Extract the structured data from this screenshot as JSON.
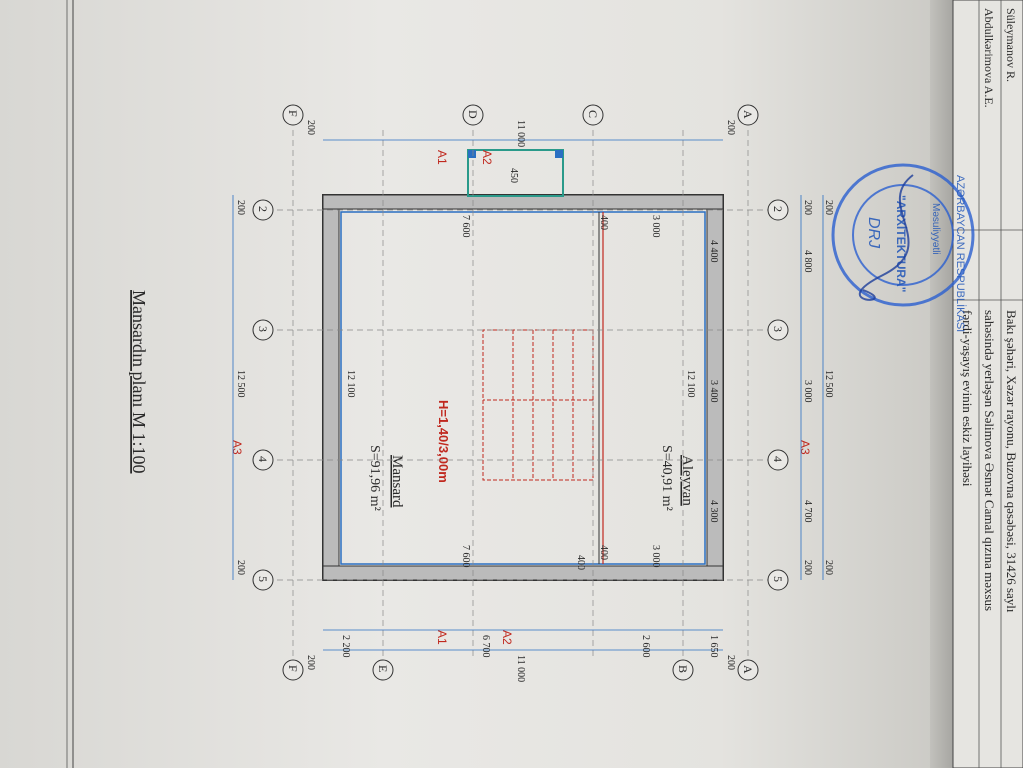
{
  "title_block": {
    "name_1": "Süleymanov R.",
    "name_2": "Abdulkərimova A.E.",
    "line_1": "Bakı şəhəri, Xəzər rayonu, Buzovna qəsəbəsi, 31426 saylı",
    "line_2": "sahəsində yerləşən Səlimova Əsmət Camal qızına məxsus",
    "line_3": "fərdi-yaşayış evinin eskiz layihəsi"
  },
  "stamp": {
    "outer_text": "AZƏRBAYCAN RESPUBLİKASI",
    "middle_text": "Məsuliyyətli",
    "center_text": "\"ARXİTEKTURA\"",
    "signature_text": "DRJ"
  },
  "drawing_title": "Mansardın planı M 1:100",
  "rooms": [
    {
      "name": "Mansard",
      "area": "S=91,96 m²"
    },
    {
      "name": "Aleyvan",
      "area": "S=40,91 m²"
    }
  ],
  "height_mark": "H=1,40/3,00m",
  "grid_columns": [
    "2",
    "3",
    "4",
    "5"
  ],
  "grid_rows": [
    "A",
    "B",
    "C",
    "D",
    "E",
    "F"
  ],
  "section_marks": [
    "A1",
    "A2",
    "A3"
  ],
  "dimensions": {
    "top_overall": "12 500",
    "top_chain": [
      "200",
      "4 800",
      "3 000",
      "4 700",
      "200"
    ],
    "top_ext": [
      "200",
      "200"
    ],
    "inner_top": "12 100",
    "inner_top_chain": [
      "4 400",
      "3 400",
      "4 300"
    ],
    "bottom_overall": "12 500",
    "bottom_ends": [
      "200",
      "200"
    ],
    "bottom_inner": "12 100",
    "left_overall": "11 000",
    "left_ends": [
      "200",
      "200"
    ],
    "right_overall": "11 000",
    "right_chain": [
      "1 650",
      "2 600",
      "6 700",
      "2 200"
    ],
    "right_ends": [
      "200",
      "200"
    ],
    "right_inner": "7 600",
    "right_inner_chain": [
      "3 000",
      "400",
      "7 600"
    ],
    "left_inner_chain": [
      "3 000",
      "400",
      "7 600"
    ],
    "wall_400": "400",
    "bay": "450"
  }
}
